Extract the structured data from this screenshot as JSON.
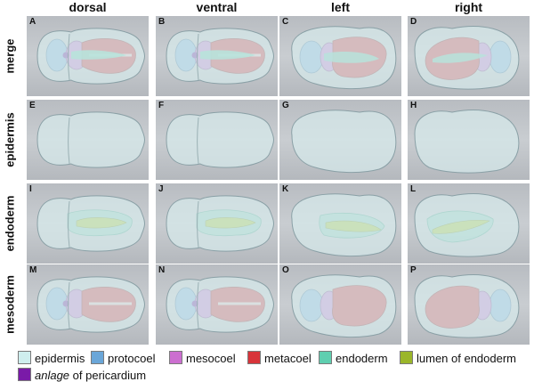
{
  "columns": [
    "dorsal",
    "ventral",
    "left",
    "right"
  ],
  "rows": [
    "merge",
    "epidermis",
    "endoderm",
    "mesoderm"
  ],
  "panel_letters": [
    [
      "A",
      "B",
      "C",
      "D"
    ],
    [
      "E",
      "F",
      "G",
      "H"
    ],
    [
      "I",
      "J",
      "K",
      "L"
    ],
    [
      "M",
      "N",
      "O",
      "P"
    ]
  ],
  "legend": [
    {
      "label": "epidermis",
      "color": "#cfeeee"
    },
    {
      "label": "protocoel",
      "color": "#6aa6d8"
    },
    {
      "label": "mesocoel",
      "color": "#cc6fd0"
    },
    {
      "label": "metacoel",
      "color": "#d8343a"
    },
    {
      "label": "endoderm",
      "color": "#5fcfb0"
    },
    {
      "label": "lumen of endoderm",
      "color": "#9bb62a"
    },
    {
      "label_italic": "anlage",
      "label_rest": " of pericardium",
      "color": "#7a1aa8"
    }
  ],
  "colors": {
    "panel_bg": "#c3c7cb",
    "epidermis": "#d6e8ea",
    "protocoel": "#7fb2e0",
    "mesocoel": "#c77bd3",
    "metacoel": "#d2363d",
    "endoderm": "#62d1b0",
    "lumen": "#a8c935",
    "pericardium": "#6b20a0"
  }
}
